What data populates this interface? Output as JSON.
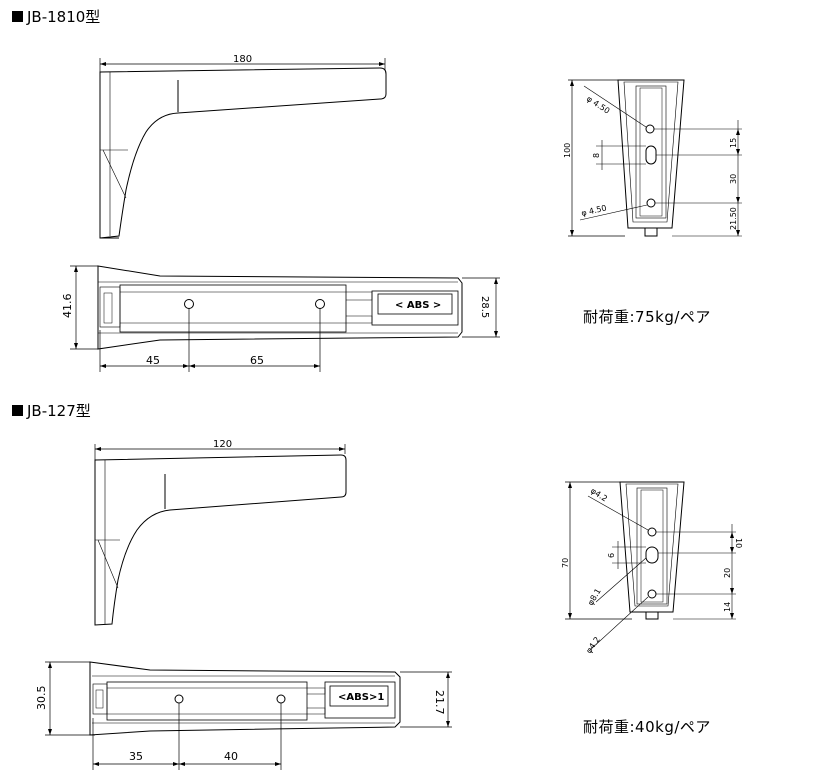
{
  "models": [
    {
      "title": "JB-1810型",
      "load_label": "耐荷重:75kg/ペア",
      "side_view": {
        "length_dim": "180"
      },
      "top_view": {
        "width_left": "41.6",
        "width_right": "28.5",
        "hole_pitch_1": "45",
        "hole_pitch_2": "65",
        "material_mark": "< ABS >"
      },
      "end_view": {
        "height": "100",
        "hole_top": "φ 4.50",
        "hole_bottom": "φ 4.50",
        "slot_height": "8",
        "dim_1": "15",
        "dim_2": "30",
        "dim_3": "21.50"
      }
    },
    {
      "title": "JB-127型",
      "load_label": "耐荷重:40kg/ペア",
      "side_view": {
        "length_dim": "120"
      },
      "top_view": {
        "width_left": "30.5",
        "width_right": "21.7",
        "hole_pitch_1": "35",
        "hole_pitch_2": "40",
        "material_mark": "<ABS>1"
      },
      "end_view": {
        "height": "70",
        "hole_top": "φ4.2",
        "hole_mid": "φ8.1",
        "hole_bottom": "φ4.2",
        "slot_height": "6",
        "dim_1": "10",
        "dim_2": "20",
        "dim_3": "14"
      }
    }
  ]
}
